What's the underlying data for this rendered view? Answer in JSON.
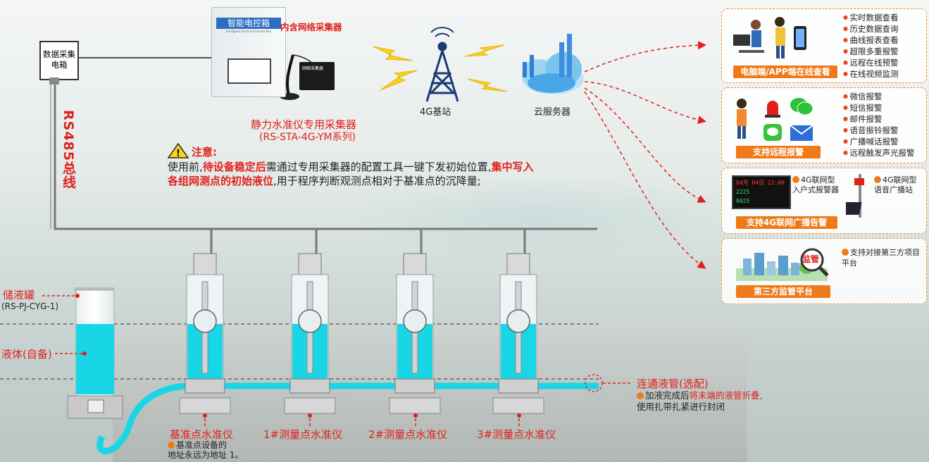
{
  "data_box": {
    "label": "数据采集电箱"
  },
  "control_box": {
    "title": "智能电控箱",
    "subtitle": "Intelligent Electrical Control Box"
  },
  "collector": {
    "callout": "内含网络采集器",
    "device_text": "网络采集器",
    "name": "静力水准仪专用采集器",
    "model": "(RS-STA-4G-YM系列)"
  },
  "bus_label": "RS485总线",
  "base_station_label": "4G基站",
  "cloud_label": "云服务器",
  "notice": {
    "title": "注意:",
    "line1_a": "使用前,",
    "line1_b": "待设备稳定后",
    "line1_c": "需通过专用采集器的配置工具一键下发初始位置,",
    "line1_d": "集中写入",
    "line2_a": "各组网测点的初始液位",
    "line2_b": ",用于程序判断观测点相对于基准点的沉降量;"
  },
  "panels": [
    {
      "badge": "电脑端/APP端在线查看",
      "features": [
        "实时数据查看",
        "历史数据查询",
        "曲线报表查看",
        "超限多重报警",
        "远程在线预警",
        "在线视频监测"
      ]
    },
    {
      "badge": "支持远程报警",
      "features": [
        "微信报警",
        "短信报警",
        "邮件报警",
        "语音振铃报警",
        "广播喊话报警",
        "远程触发声光报警"
      ]
    },
    {
      "badge": "支持4G联网广播告警",
      "device_a": "4G联网型入户式报警器",
      "device_b": "4G联网型语音广播站",
      "display_rows": [
        "04月 04日 22:00",
        "2225",
        "0025"
      ]
    },
    {
      "badge": "第三方监管平台",
      "feature": "支持对接第三方项目平台",
      "seal": "监管"
    }
  ],
  "tank": {
    "name": "储液罐",
    "model": "(RS-PJ-CYG-1)",
    "liquid": "液体(自备)"
  },
  "sensors": [
    {
      "label": "基准点水准仪",
      "note_a": "基准点设备的",
      "note_b": "地址永远为地址 1。"
    },
    {
      "label": "1#测量点水准仪"
    },
    {
      "label": "2#测量点水准仪"
    },
    {
      "label": "3#测量点水准仪"
    }
  ],
  "pipe": {
    "label": "连通液管(选配)",
    "note_a": "加液完成后",
    "note_b": "将末端的液管折叠,",
    "note_c": "使用扎带扎紧进行封闭"
  },
  "colors": {
    "accent": "#e0211b",
    "orange": "#ef7a1a",
    "liquid": "#19d6e6",
    "tower": "#1b3a75"
  }
}
